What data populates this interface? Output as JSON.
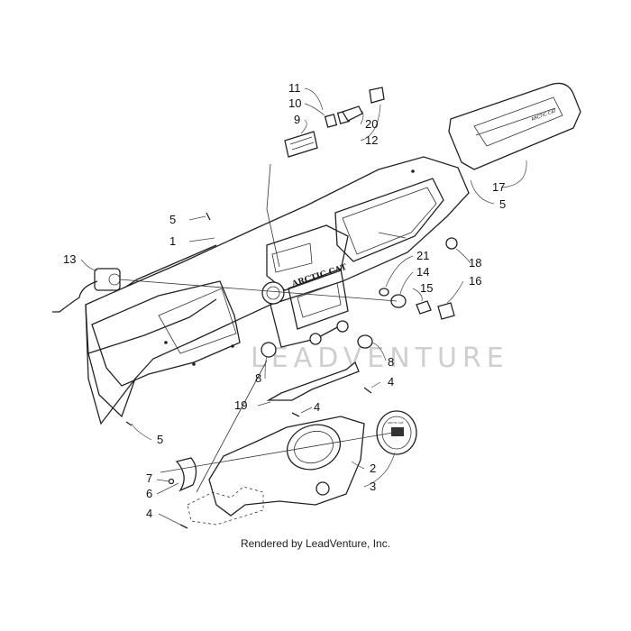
{
  "diagram": {
    "watermark": "LEADVENTURE",
    "brand_mark": "ARCTIC CAT",
    "gauge_mark": "ARCTIC CAT",
    "credit": "Rendered by LeadVenture, Inc.",
    "callouts": [
      "11",
      "10",
      "9",
      "20",
      "12",
      "17",
      "5",
      "5",
      "1",
      "13",
      "21",
      "14",
      "18",
      "15",
      "16",
      "8",
      "8",
      "4",
      "19",
      "4",
      "5",
      "7",
      "6",
      "2",
      "3",
      "4"
    ]
  }
}
